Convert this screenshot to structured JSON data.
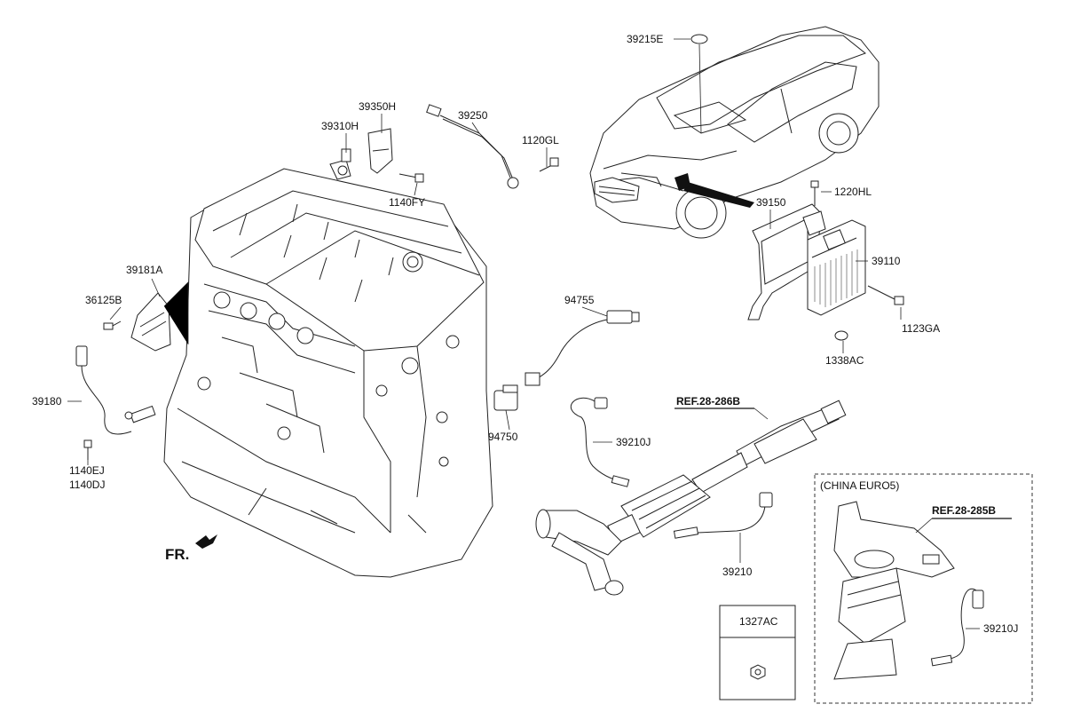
{
  "labels": {
    "p39215E": "39215E",
    "p39350H": "39350H",
    "p39250": "39250",
    "p39310H": "39310H",
    "p1120GL": "1120GL",
    "p1140FY": "1140FY",
    "p1220HL": "1220HL",
    "p39150": "39150",
    "p39110": "39110",
    "p1123GA": "1123GA",
    "p1338AC": "1338AC",
    "p39181A": "39181A",
    "p36125B": "36125B",
    "p94755": "94755",
    "p39180": "39180",
    "p94750": "94750",
    "p39210J_top": "39210J",
    "p1140EJ": "1140EJ",
    "p1140DJ": "1140DJ",
    "p39210": "39210",
    "p39210J_box": "39210J",
    "p1327AC": "1327AC"
  },
  "refs": {
    "exhaust": "REF.28-286B",
    "china": "REF.28-285B"
  },
  "fr_label": "FR.",
  "china_box_title": "(CHINA EURO5)"
}
